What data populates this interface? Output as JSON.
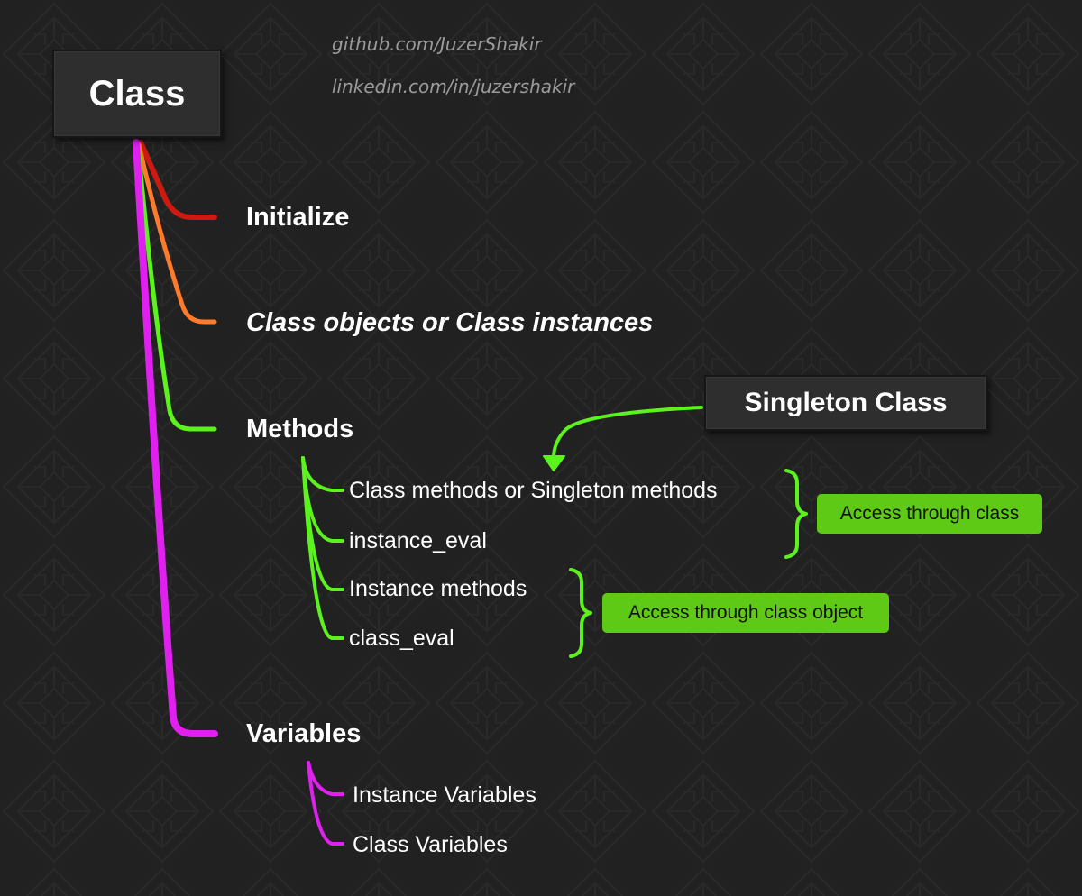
{
  "credits": [
    "github.com/JuzerShakir",
    "linkedin.com/in/juzershakir"
  ],
  "root": {
    "label": "Class"
  },
  "branches": [
    {
      "label": "Initialize",
      "color": "#cc1a10"
    },
    {
      "label": "Class objects or Class instances",
      "color": "#ff7a2a",
      "italic": true
    },
    {
      "label": "Methods",
      "color": "#5cf21d",
      "children": [
        "Class methods or Singleton methods",
        "instance_eval",
        "Instance methods",
        "class_eval"
      ]
    },
    {
      "label": "Variables",
      "color": "#e020ee",
      "children": [
        "Instance Variables",
        "Class Variables"
      ]
    }
  ],
  "singleton": {
    "label": "Singleton Class"
  },
  "brackets": [
    {
      "label": "Access through class"
    },
    {
      "label": "Access through class object"
    }
  ],
  "colors": {
    "background": "#222121",
    "box": "#2e2e2e",
    "tag": "#5fca16",
    "credit_text": "#9b9b9b"
  }
}
